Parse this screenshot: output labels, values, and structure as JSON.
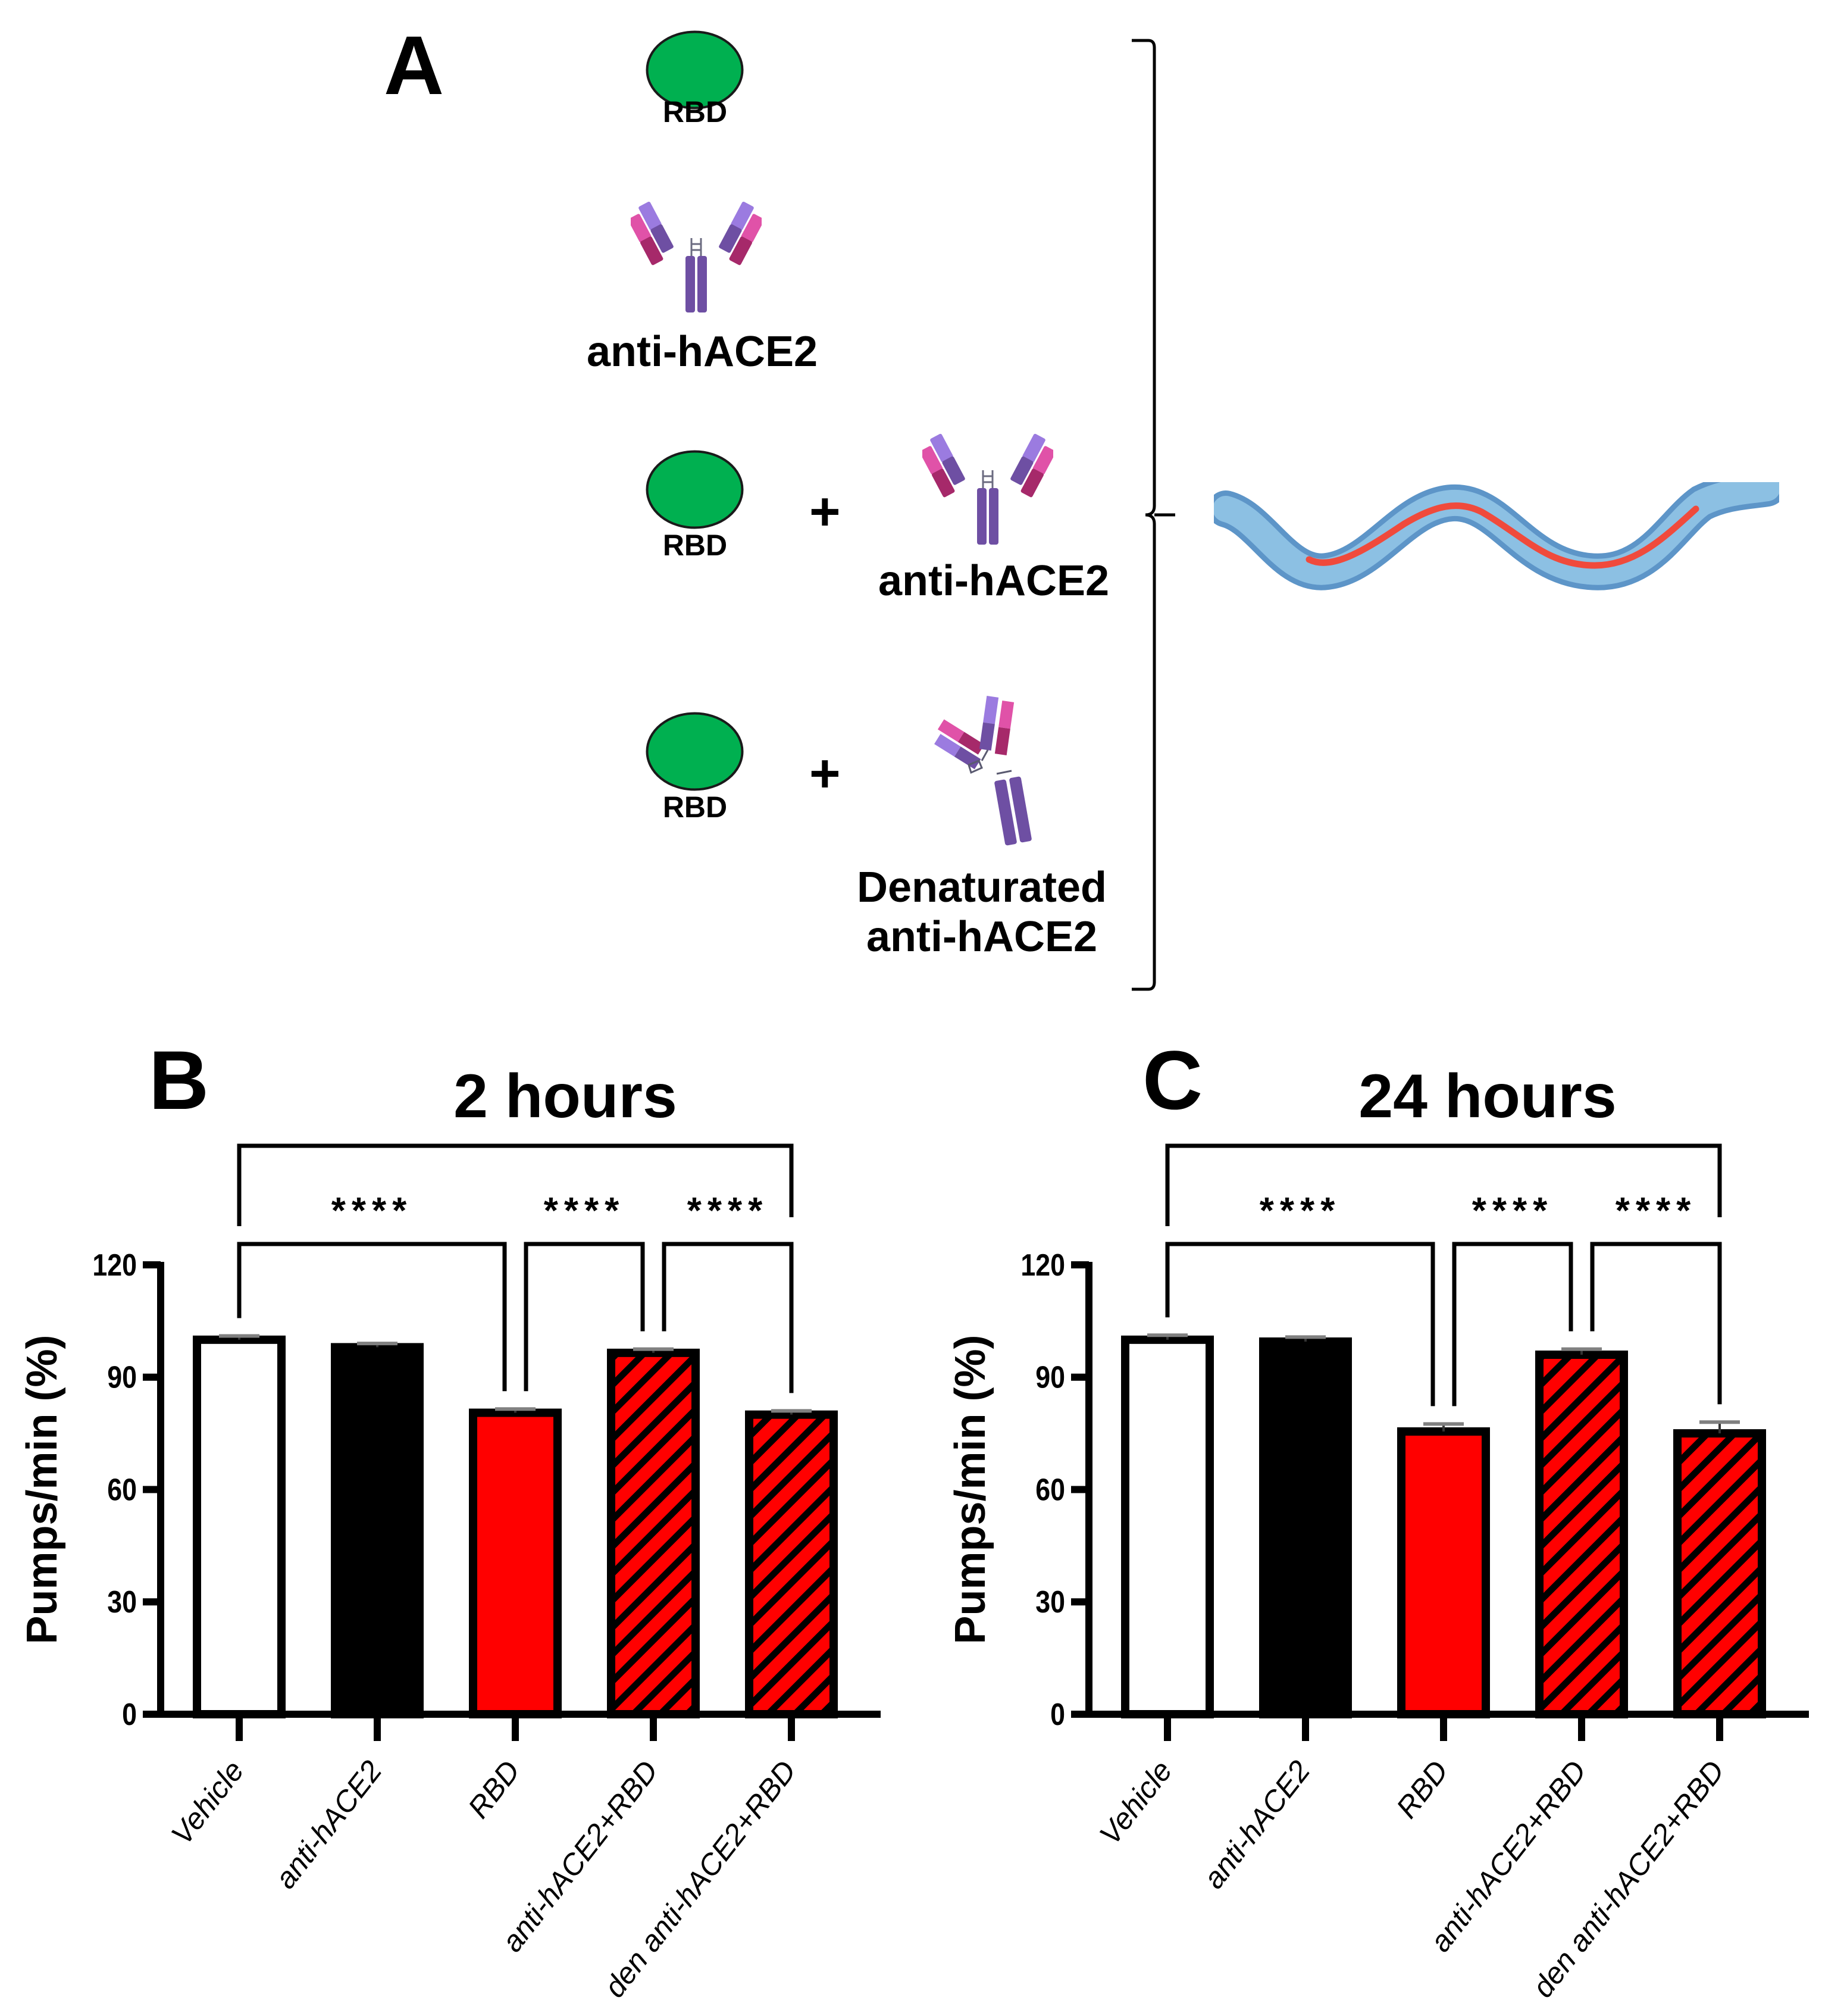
{
  "panel_a": {
    "letter": "A",
    "rows": [
      {
        "items": [
          {
            "icon": "rbd-green-ellipse",
            "label": "RBD"
          }
        ]
      },
      {
        "items": [
          {
            "icon": "antibody-y-icon",
            "label": "anti-hACE2"
          }
        ]
      },
      {
        "items": [
          {
            "icon": "rbd-green-ellipse",
            "label": "RBD"
          },
          {
            "operator": "+"
          },
          {
            "icon": "antibody-y-icon",
            "label": "anti-hACE2"
          }
        ]
      },
      {
        "items": [
          {
            "icon": "rbd-green-ellipse",
            "label": "RBD"
          },
          {
            "operator": "+"
          },
          {
            "icon": "denatured-antibody-icon",
            "label_line1": "Denaturated",
            "label_line2": "anti-hACE2"
          }
        ]
      }
    ],
    "target": "c-elegans-worm",
    "colors": {
      "rbd": "#00b050",
      "worm_body": "#7fb3d8",
      "worm_gut": "#f04a3c",
      "ab_heavy": "#6e4fa3",
      "ab_light_pink": "#e052a8",
      "ab_light_magenta": "#a6296a",
      "ab_variable": "#9b7be0"
    }
  },
  "chart_data": [
    {
      "panel": "B",
      "type": "bar",
      "title": "2 hours",
      "xlabel": "",
      "ylabel": "Pumps/min (%)",
      "ylim": [
        0,
        120
      ],
      "yticks": [
        0,
        30,
        60,
        90,
        120
      ],
      "categories": [
        "Vehicle",
        "anti-hACE2",
        "RBD",
        "anti-hACE2+RBD",
        "den anti-hACE2+RBD"
      ],
      "values": [
        100,
        98,
        80.5,
        96.5,
        80
      ],
      "errors": [
        1,
        1,
        1,
        1,
        1
      ],
      "fills": [
        "white",
        "black",
        "red",
        "red-black-hatch",
        "red-black-hatch"
      ],
      "grid": false,
      "legend": null,
      "significance": [
        {
          "from": 0,
          "to": 4,
          "label": "****",
          "level": 2
        },
        {
          "from": 0,
          "to": 2,
          "label": "****",
          "level": 1
        },
        {
          "from": 2,
          "to": 3,
          "label": "****",
          "level": 1
        },
        {
          "from": 3,
          "to": 4,
          "label": "****",
          "level": 1
        }
      ]
    },
    {
      "panel": "C",
      "type": "bar",
      "title": "24 hours",
      "xlabel": "",
      "ylabel": "Pumps/min (%)",
      "ylim": [
        0,
        120
      ],
      "yticks": [
        0,
        30,
        60,
        90,
        120
      ],
      "categories": [
        "Vehicle",
        "anti-hACE2",
        "RBD",
        "anti-hACE2+RBD",
        "den anti-hACE2+RBD"
      ],
      "values": [
        100,
        99.5,
        75.5,
        96,
        75
      ],
      "errors": [
        1.2,
        1.2,
        2,
        1.5,
        3
      ],
      "fills": [
        "white",
        "black",
        "red",
        "red-black-hatch",
        "red-black-hatch"
      ],
      "grid": false,
      "legend": null,
      "significance": [
        {
          "from": 0,
          "to": 4,
          "label": "****",
          "level": 2
        },
        {
          "from": 0,
          "to": 2,
          "label": "****",
          "level": 1
        },
        {
          "from": 2,
          "to": 3,
          "label": "****",
          "level": 1
        },
        {
          "from": 3,
          "to": 4,
          "label": "****",
          "level": 1
        }
      ]
    }
  ],
  "panel_b": {
    "letter": "B"
  },
  "panel_c": {
    "letter": "C"
  },
  "colors": {
    "red": "#ff0000",
    "black": "#000000",
    "errorbar_cap": "#808080"
  }
}
